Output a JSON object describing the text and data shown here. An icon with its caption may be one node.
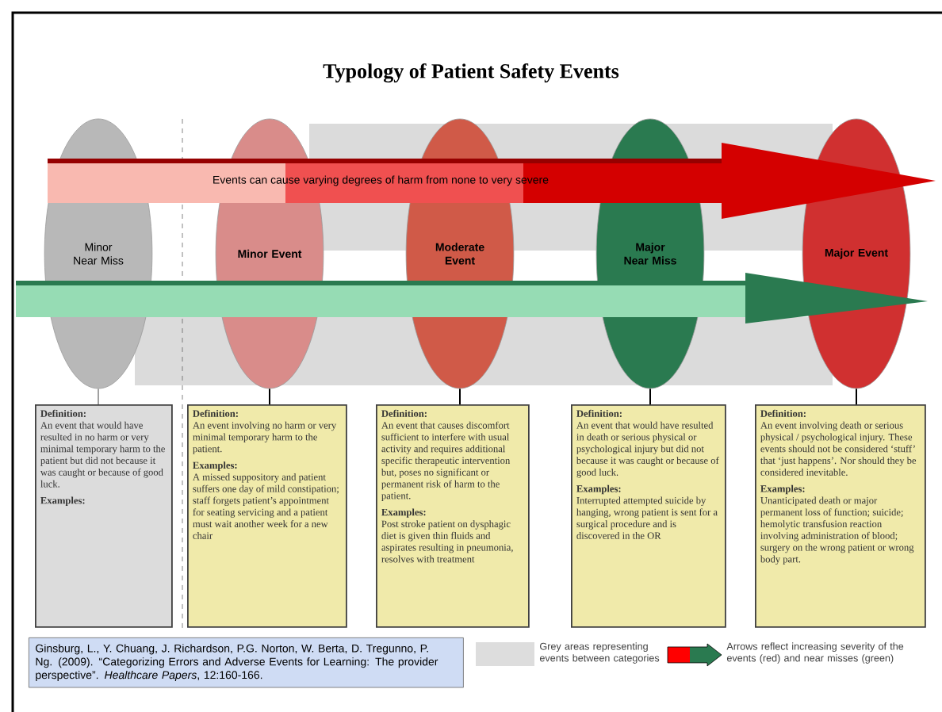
{
  "diagram": {
    "title": "Typology of Patient Safety Events",
    "nodes": [
      {
        "text": [
          "Minor Near Miss"
        ]
      },
      {
        "text": [
          "Minor Event"
        ]
      },
      {
        "text": [
          "Moderate Event"
        ]
      },
      {
        "text": [
          "Major Near Miss"
        ]
      },
      {
        "text": [
          "Major Event"
        ]
      },
      {
        "text": [
          "Events can cause varying degrees of harm from none to very severe"
        ]
      },
      {
        "text": [
          "Ginsburg, L., Y. Chuang, J. Richardson, P.G. Norton, W. Berta, D. Tregunno, P. Ng. (2009).  “Categorizing Errors and Adverse Events for Learning: The provider perspective”. *Healthcare Papers*, 12:160-166."
        ]
      },
      {
        "text": [
          "Definition:",
          "An event that would have resulted in no harm or very minimal temporary harm to the patient but did not because it was caught or because of good luck.",
          "Examples:"
        ]
      },
      {
        "text": [
          "Definition:",
          "An event involving no harm or very minimal temporary harm to the patient.",
          "Examples:",
          "A missed suppository and patient suffers one day of mild constipation; staff forgets patient’s appointment for seating servicing and a patient must wait another week for a new chair"
        ]
      },
      {
        "text": [
          "Definition:",
          "An event that causes discomfort sufficient to interfere with usual activity and requires additional specific therapeutic intervention but, poses no significant or permanent risk of harm to the patient.",
          "Examples:",
          "Post stroke patient on dysphagic diet is given thin fluids and aspirates resulting in pneumonia, resolves with treatment"
        ]
      },
      {
        "text": [
          "Definition:",
          "An event that would have resulted in death or serious physical or psychological injury but did not because it was caught or because of good luck.",
          "Examples:",
          "Interrupted attempted suicide by hanging, wrong patient is sent for a surgical procedure and is discovered in the OR"
        ]
      },
      {
        "text": [
          "Definition:",
          "An event involving death or serious physical / psychological injury.  These events should not be considered ‘stuff’ that ‘just happens’. Nor should they be considered inevitable.",
          "Examples:",
          "Unanticipated death or major permanent loss of function; suicide; hemolytic transfusion reaction involving administration of blood; surgery on the wrong patient or wrong body part."
        ]
      }
    ],
    "edges": [
      {
        "from": 0,
        "to": 7,
        "arrow": "none",
        "color": "#a0a0a0"
      },
      {
        "from": 1,
        "to": 8,
        "arrow": "none"
      },
      {
        "from": 2,
        "to": 9,
        "arrow": "none"
      },
      {
        "from": 3,
        "to": 10,
        "arrow": "none"
      },
      {
        "from": 4,
        "to": 11,
        "arrow": "none"
      }
    ],
    "legend": [
      {
        "text": "Grey areas representing events between categories",
        "color": "#dddddd"
      },
      {
        "text": "Arrows reflect increasing severity of the events (red) and near misses (green)"
      }
    ]
  }
}
